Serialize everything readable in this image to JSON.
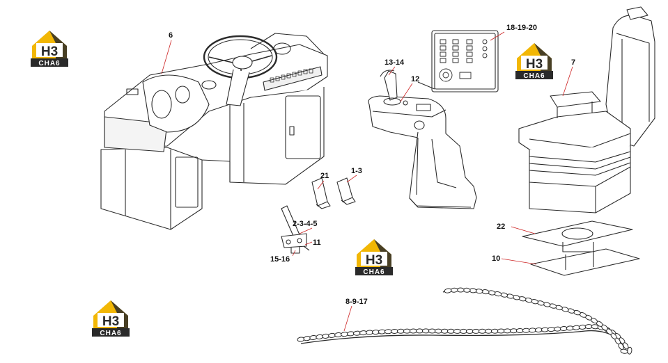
{
  "callouts": {
    "c6": "6",
    "c18": "18-19-20",
    "c13": "13-14",
    "c12": "12",
    "c7": "7",
    "c21": "21",
    "c1": "1-3",
    "c2": "2-3-4-5",
    "c11": "11",
    "c15": "15-16",
    "c22": "22",
    "c10": "10",
    "c8": "8-9-17"
  },
  "logo": {
    "mark": "H3",
    "word": "CHA6",
    "colors": {
      "yellow": "#F2B705",
      "dark": "#2A2A2A",
      "white": "#FFFFFF"
    }
  },
  "colors": {
    "line": "#2b2b2b",
    "leader": "#cc2020",
    "fill": "#ffffff",
    "shade": "#cfcfcf"
  }
}
